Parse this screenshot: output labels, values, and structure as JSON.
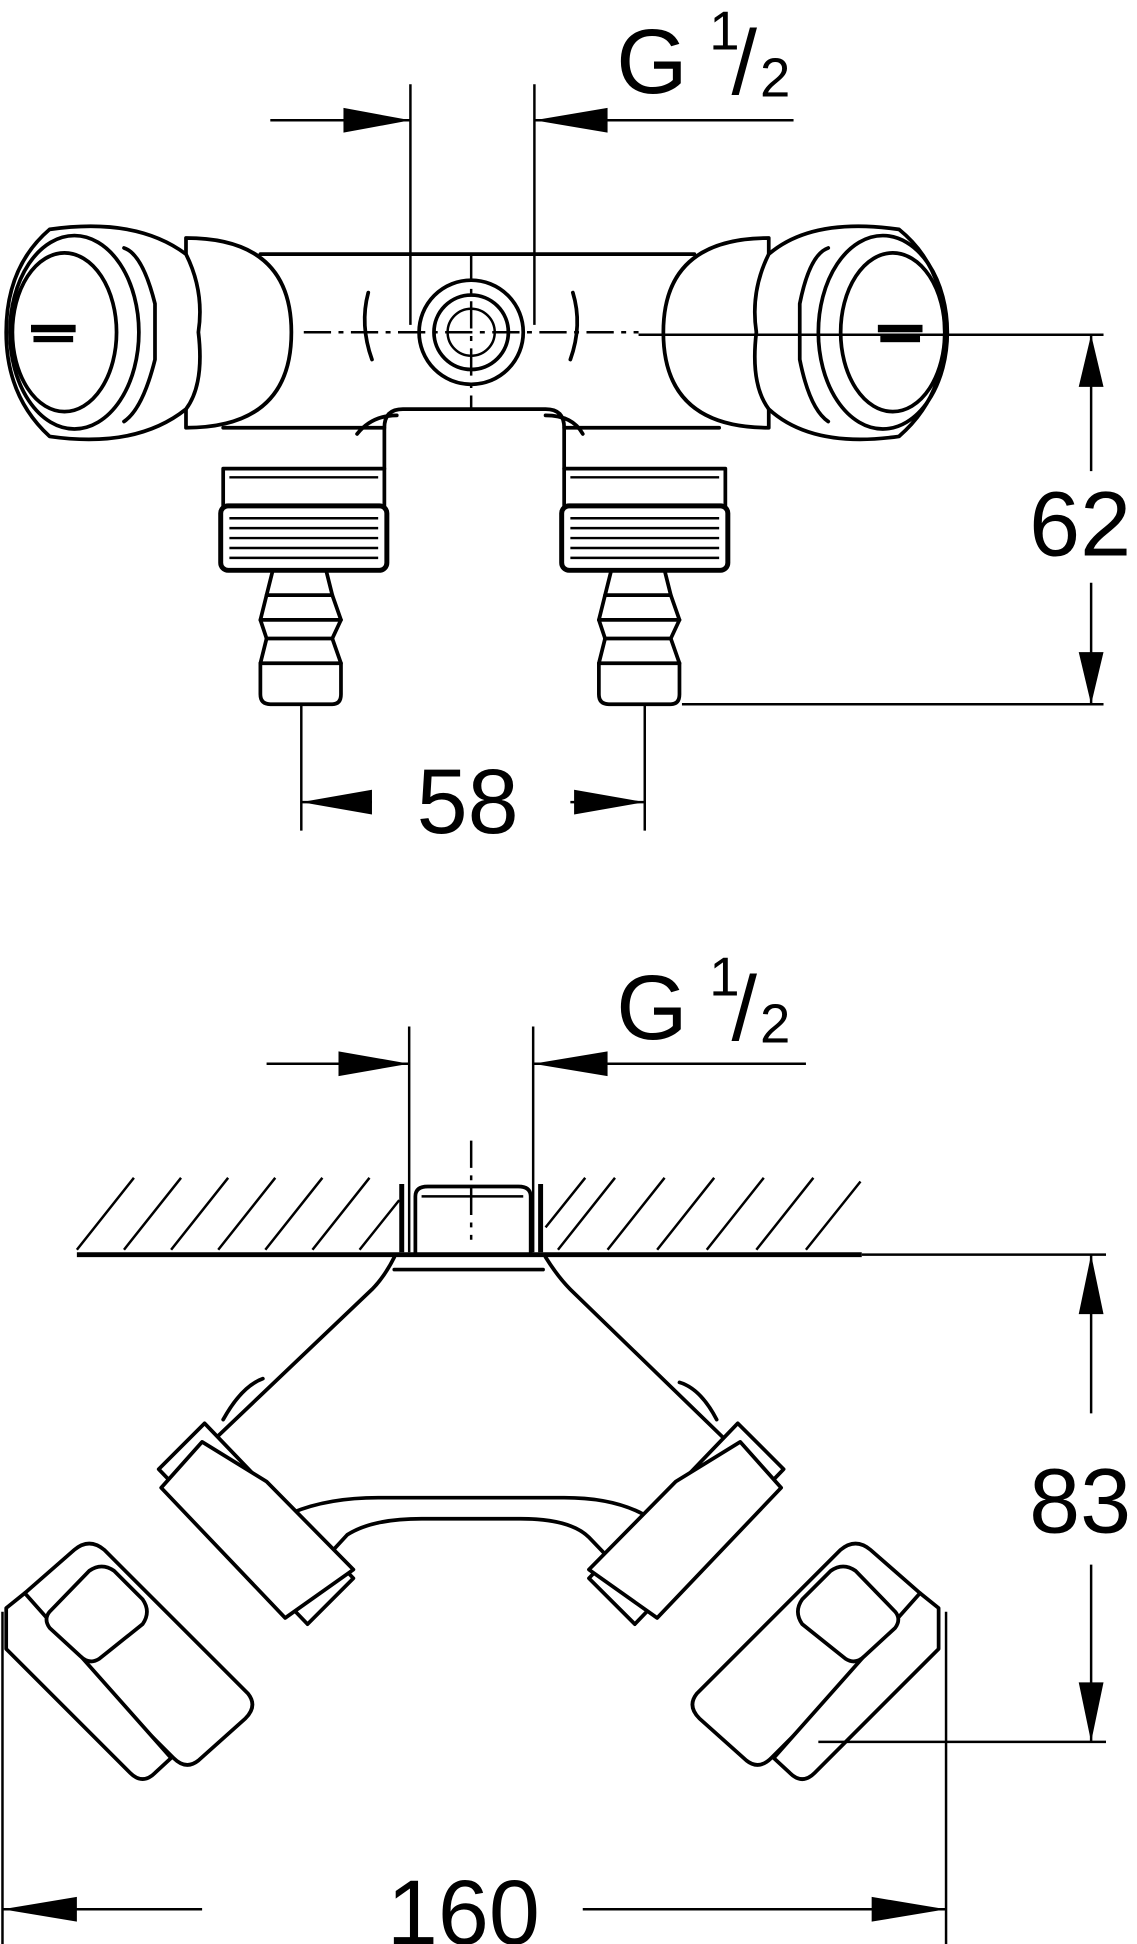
{
  "drawing": {
    "subject": "Double-outlet wall valve (technical dimension drawing)",
    "colors": {
      "line": "#000000",
      "background": "#ffffff"
    },
    "front_view": {
      "thread_label": {
        "prefix": "G",
        "numerator": "1",
        "slash": "/",
        "denominator": "2"
      },
      "dimension_height": "62",
      "dimension_spacing": "58"
    },
    "top_view": {
      "thread_label": {
        "prefix": "G",
        "numerator": "1",
        "slash": "/",
        "denominator": "2"
      },
      "dimension_depth": "83",
      "dimension_width": "160"
    }
  }
}
